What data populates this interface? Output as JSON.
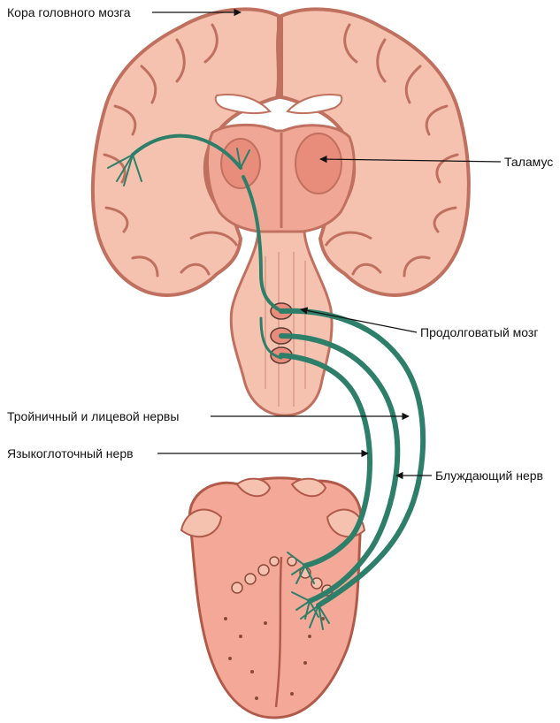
{
  "labels": {
    "cortex": "Кора головного мозга",
    "thalamus": "Таламус",
    "medulla": "Продолговатый мозг",
    "trigeminal_facial": "Тройничный и лицевой нервы",
    "glossopharyngeal": "Языкоглоточный нерв",
    "vagus": "Блуждающий нерв"
  },
  "colors": {
    "brain_fill": "#f6c2b0",
    "brain_outline": "#c0705e",
    "brain_deep": "#e88c7c",
    "ventricle": "#ffffff",
    "nerve": "#2e7f6a",
    "tongue_fill": "#f3a898",
    "tongue_outline": "#b25a4a",
    "pointer": "#111111"
  }
}
